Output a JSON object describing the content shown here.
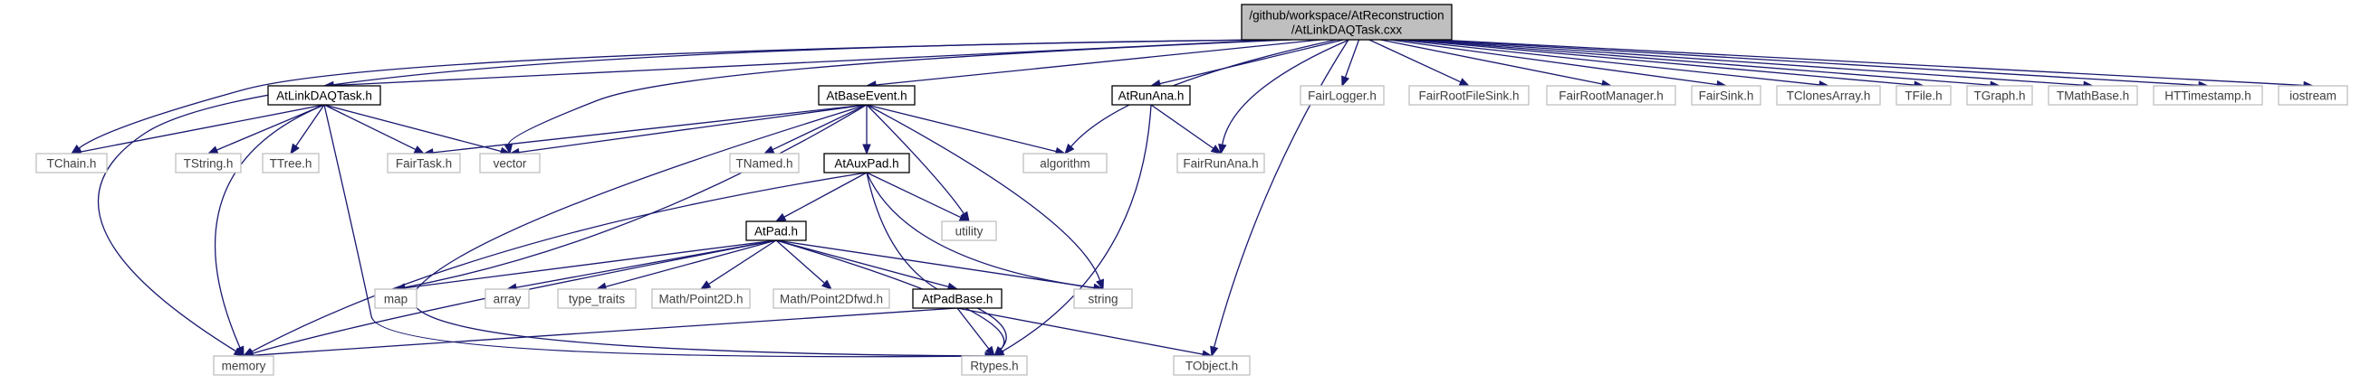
{
  "graph": {
    "nodes": [
      {
        "id": "root",
        "label": [
          "/github/workspace/AtReconstruction",
          "/AtLinkDAQTask.cxx"
        ],
        "kind": "root"
      },
      {
        "id": "linkdaq",
        "label": [
          "AtLinkDAQTask.h"
        ],
        "kind": "local"
      },
      {
        "id": "baseevent",
        "label": [
          "AtBaseEvent.h"
        ],
        "kind": "local"
      },
      {
        "id": "runana",
        "label": [
          "AtRunAna.h"
        ],
        "kind": "local"
      },
      {
        "id": "fairlogger",
        "label": [
          "FairLogger.h"
        ],
        "kind": "external"
      },
      {
        "id": "fairrootfilesink",
        "label": [
          "FairRootFileSink.h"
        ],
        "kind": "external"
      },
      {
        "id": "fairrootmanager",
        "label": [
          "FairRootManager.h"
        ],
        "kind": "external"
      },
      {
        "id": "fairsink",
        "label": [
          "FairSink.h"
        ],
        "kind": "external"
      },
      {
        "id": "tclonesarray",
        "label": [
          "TClonesArray.h"
        ],
        "kind": "external"
      },
      {
        "id": "tfile",
        "label": [
          "TFile.h"
        ],
        "kind": "external"
      },
      {
        "id": "tgraph",
        "label": [
          "TGraph.h"
        ],
        "kind": "external"
      },
      {
        "id": "tmathbase",
        "label": [
          "TMathBase.h"
        ],
        "kind": "external"
      },
      {
        "id": "httimestamp",
        "label": [
          "HTTimestamp.h"
        ],
        "kind": "external"
      },
      {
        "id": "iostream",
        "label": [
          "iostream"
        ],
        "kind": "external"
      },
      {
        "id": "tchain",
        "label": [
          "TChain.h"
        ],
        "kind": "external"
      },
      {
        "id": "tstring",
        "label": [
          "TString.h"
        ],
        "kind": "external"
      },
      {
        "id": "ttree",
        "label": [
          "TTree.h"
        ],
        "kind": "external"
      },
      {
        "id": "fairtask",
        "label": [
          "FairTask.h"
        ],
        "kind": "external"
      },
      {
        "id": "vector",
        "label": [
          "vector"
        ],
        "kind": "external"
      },
      {
        "id": "tnamed",
        "label": [
          "TNamed.h"
        ],
        "kind": "external"
      },
      {
        "id": "auxpad",
        "label": [
          "AtAuxPad.h"
        ],
        "kind": "local"
      },
      {
        "id": "algorithm",
        "label": [
          "algorithm"
        ],
        "kind": "external"
      },
      {
        "id": "fairrunana",
        "label": [
          "FairRunAna.h"
        ],
        "kind": "external"
      },
      {
        "id": "utility",
        "label": [
          "utility"
        ],
        "kind": "external"
      },
      {
        "id": "pad",
        "label": [
          "AtPad.h"
        ],
        "kind": "local"
      },
      {
        "id": "map",
        "label": [
          "map"
        ],
        "kind": "external"
      },
      {
        "id": "array",
        "label": [
          "array"
        ],
        "kind": "external"
      },
      {
        "id": "typetraits",
        "label": [
          "type_traits"
        ],
        "kind": "external"
      },
      {
        "id": "point2d",
        "label": [
          "Math/Point2D.h"
        ],
        "kind": "external"
      },
      {
        "id": "point2dfwd",
        "label": [
          "Math/Point2Dfwd.h"
        ],
        "kind": "external"
      },
      {
        "id": "padbase",
        "label": [
          "AtPadBase.h"
        ],
        "kind": "local"
      },
      {
        "id": "string",
        "label": [
          "string"
        ],
        "kind": "external"
      },
      {
        "id": "memory",
        "label": [
          "memory"
        ],
        "kind": "external"
      },
      {
        "id": "rtypes",
        "label": [
          "Rtypes.h"
        ],
        "kind": "external"
      },
      {
        "id": "tobject",
        "label": [
          "TObject.h"
        ],
        "kind": "external"
      }
    ],
    "edges": [
      [
        "root",
        "linkdaq"
      ],
      [
        "root",
        "baseevent"
      ],
      [
        "root",
        "runana"
      ],
      [
        "root",
        "fairlogger"
      ],
      [
        "root",
        "fairrootfilesink"
      ],
      [
        "root",
        "fairrootmanager"
      ],
      [
        "root",
        "fairsink"
      ],
      [
        "root",
        "tclonesarray"
      ],
      [
        "root",
        "tfile"
      ],
      [
        "root",
        "tgraph"
      ],
      [
        "root",
        "tmathbase"
      ],
      [
        "root",
        "httimestamp"
      ],
      [
        "root",
        "iostream"
      ],
      [
        "root",
        "tchain"
      ],
      [
        "root",
        "vector"
      ],
      [
        "root",
        "algorithm"
      ],
      [
        "root",
        "fairrunana"
      ],
      [
        "root",
        "memory"
      ],
      [
        "root",
        "tobject"
      ],
      [
        "linkdaq",
        "tchain"
      ],
      [
        "linkdaq",
        "tstring"
      ],
      [
        "linkdaq",
        "ttree"
      ],
      [
        "linkdaq",
        "fairtask"
      ],
      [
        "linkdaq",
        "vector"
      ],
      [
        "linkdaq",
        "memory"
      ],
      [
        "linkdaq",
        "rtypes"
      ],
      [
        "baseevent",
        "fairtask"
      ],
      [
        "baseevent",
        "vector"
      ],
      [
        "baseevent",
        "tnamed"
      ],
      [
        "baseevent",
        "auxpad"
      ],
      [
        "baseevent",
        "algorithm"
      ],
      [
        "baseevent",
        "utility"
      ],
      [
        "baseevent",
        "string"
      ],
      [
        "baseevent",
        "map"
      ],
      [
        "baseevent",
        "rtypes"
      ],
      [
        "runana",
        "fairrunana"
      ],
      [
        "runana",
        "rtypes"
      ],
      [
        "auxpad",
        "pad"
      ],
      [
        "auxpad",
        "utility"
      ],
      [
        "auxpad",
        "string"
      ],
      [
        "auxpad",
        "memory"
      ],
      [
        "auxpad",
        "rtypes"
      ],
      [
        "pad",
        "map"
      ],
      [
        "pad",
        "array"
      ],
      [
        "pad",
        "typetraits"
      ],
      [
        "pad",
        "point2d"
      ],
      [
        "pad",
        "point2dfwd"
      ],
      [
        "pad",
        "padbase"
      ],
      [
        "pad",
        "string"
      ],
      [
        "pad",
        "memory"
      ],
      [
        "pad",
        "rtypes"
      ],
      [
        "padbase",
        "memory"
      ],
      [
        "padbase",
        "rtypes"
      ],
      [
        "padbase",
        "tobject"
      ]
    ]
  }
}
